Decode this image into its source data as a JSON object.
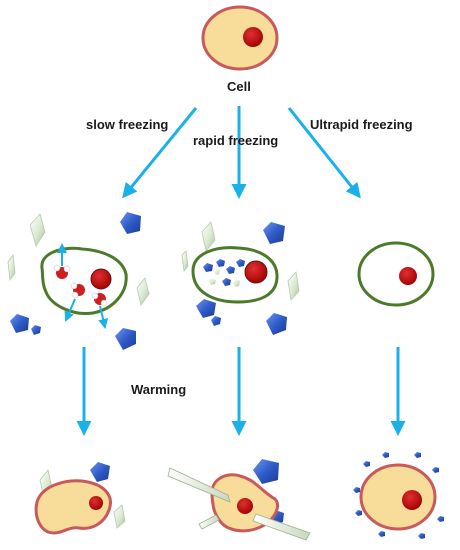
{
  "labels": {
    "cell": "Cell",
    "slow": "slow freezing",
    "rapid": "rapid freezing",
    "ultra": "Ultrapid freezing",
    "warming": "Warming"
  },
  "colors": {
    "cytoplasm": "#f8dc9a",
    "cell_border": "#c9595a",
    "nucleus": "#c00000",
    "membrane_frozen": "#4a7a2a",
    "arrow": "#1ab0e8",
    "ice_blue": "#2f5cc8",
    "ice_green": "#dbe9d2",
    "water_red": "#cc2020"
  }
}
